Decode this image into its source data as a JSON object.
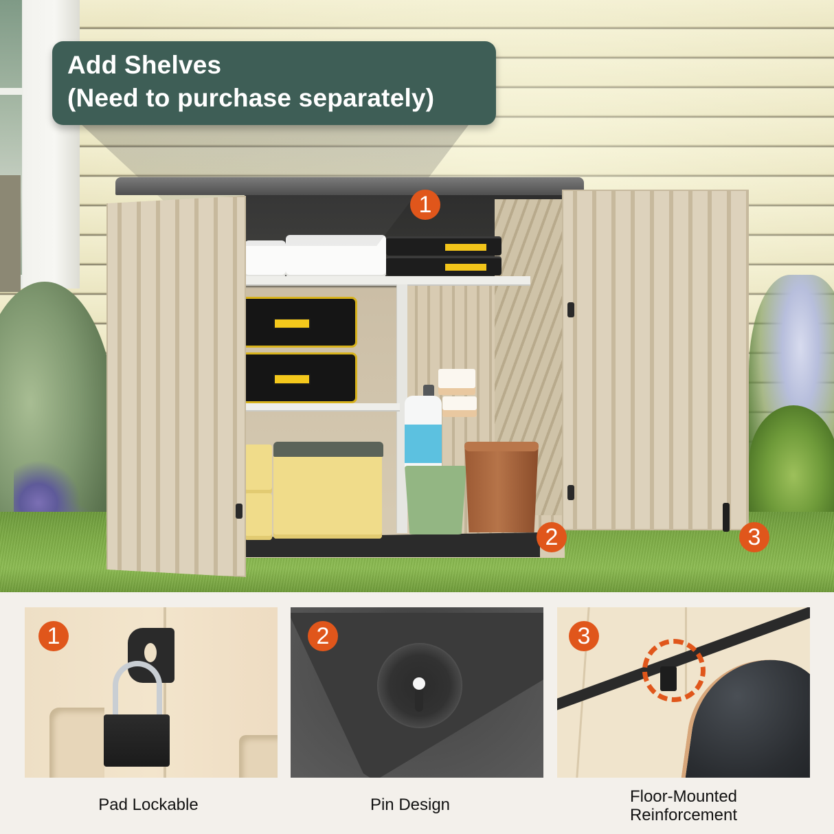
{
  "hero": {
    "title_line_1": "Add Shelves",
    "title_line_2": "(Need to purchase separately)",
    "title_card_color": "#3e5e56",
    "badges": [
      {
        "number": "1",
        "target": "pad-lock-hasp"
      },
      {
        "number": "2",
        "target": "floor-pin"
      },
      {
        "number": "3",
        "target": "floor-bolt"
      }
    ]
  },
  "features": {
    "badge_color": "#e0561b",
    "panels": [
      {
        "number": "1",
        "caption": "Pad Lockable",
        "icon": "padlock-icon"
      },
      {
        "number": "2",
        "caption": "Pin Design",
        "icon": "pin-icon"
      },
      {
        "number": "3",
        "caption_line_1": "Floor-Mounted",
        "caption_line_2": "Reinforcement",
        "icon": "floor-bolt-icon"
      }
    ]
  }
}
